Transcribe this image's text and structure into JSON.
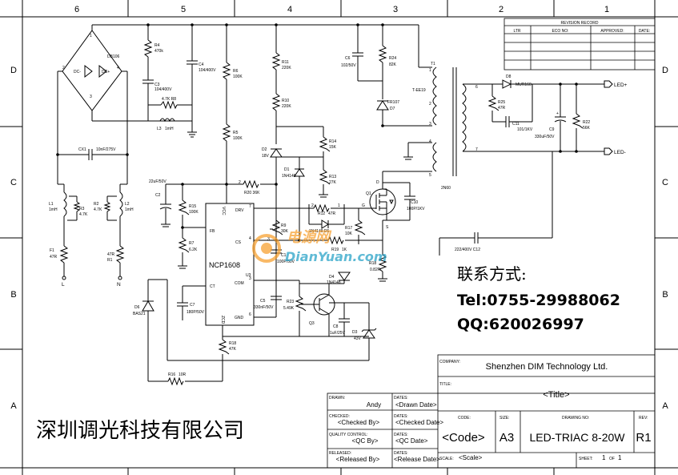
{
  "zones": {
    "columns": [
      "6",
      "5",
      "4",
      "3",
      "2",
      "1"
    ],
    "rows": [
      "D",
      "C",
      "B",
      "A"
    ]
  },
  "revision": {
    "title": "REVISION RECORD",
    "headers": [
      "LTR",
      "ECO NO:",
      "APPROVED:",
      "DATE:"
    ]
  },
  "components": {
    "DB106": "DB106",
    "R4": "R4",
    "R4v": "470k",
    "C3": "C3",
    "C3v": "104/400V",
    "C4": "C4",
    "C4v": "104/400V",
    "R8": "4.7K R8",
    "L3": "L3",
    "L3v": "1mH",
    "R6": "R6",
    "R6v": "100K",
    "R5": "R5",
    "R5v": "100K",
    "R11": "R11",
    "R11v": "220K",
    "R10": "R10",
    "R10v": "220K",
    "C6": "C6",
    "C6v": "102/50V",
    "R24": "R24",
    "R24v": "82K",
    "T1": "T1",
    "TEE19": "T-EE19",
    "FR107": "FR107",
    "D7": "D7",
    "D8": "D8",
    "D8v": "MUR160",
    "R25": "R25",
    "R25v": "47R",
    "C11": "C11",
    "C11v": "101/1KV",
    "C9": "C9",
    "C9v": "330uF/50V",
    "R22": "R22",
    "R22v": "56K",
    "LEDp": "LED+",
    "LEDn": "LED-",
    "CX1": "CX1",
    "CX1v": "10nF/275V",
    "L1": "L1",
    "L1v": "1mH",
    "R3": "R3",
    "R3v": "4.7K",
    "R2": "R2",
    "R2v": "4.7K",
    "L2": "L2",
    "L2v": "1mH",
    "F1": "F1",
    "F1v": "47R",
    "R1": "R1",
    "R1v": "47R",
    "L": "L",
    "N": "N",
    "D2": "D2",
    "D2v": "18V",
    "D1": "D1",
    "D1v": "1N4148",
    "R14": "R14",
    "R14v": "15K",
    "R13": "R13",
    "R13v": "27K",
    "C2v": "22uF/50V",
    "C2": "C2",
    "R15": "R15",
    "R15v": "100K",
    "R7": "R7",
    "R7v": "6.2K",
    "R20": "R20 36K",
    "NCP": "NCP1608",
    "U3": "U3",
    "FB": "FB",
    "CT": "CT",
    "ZCD": "ZCD",
    "DRV": "DRV",
    "CS": "CS",
    "COM": "COM",
    "VCC": "VCC",
    "GND": "GND",
    "R9": "R9",
    "R9v": "30K",
    "C1": "C1",
    "C1v": "100P/50V",
    "R12": "R12",
    "R12v": "47R",
    "D5": "1N4148 D5",
    "R17": "R17",
    "R17v": "10K",
    "R19": "R19",
    "R19v": "1K",
    "R18b": "R18",
    "R18bv": "0.82R",
    "Q1": "Q1",
    "G": "G",
    "S": "S",
    "Dpin": "D",
    "C10": "C10",
    "C10v": "100P/1KV",
    "MOS": "2N60",
    "C12": "222/400V C12",
    "C7": "C7",
    "C7v": "180P/50V",
    "C5": "C5",
    "C5v": "330nF/50V",
    "R23": "R23",
    "R23v": "5.49K",
    "D4": "D4",
    "D4v": "1N4148",
    "Q3": "Q3",
    "C8": "C8",
    "C8v": "1uF/25V",
    "D3": "D3",
    "D3v": "43V",
    "D6": "D6",
    "D6v": "BAS21",
    "R18": "R18",
    "R18v": "47K",
    "R16": "R16",
    "R16v": "10R"
  },
  "pins": {
    "n1": "1",
    "n2": "2",
    "n3": "3",
    "n4": "4",
    "n5": "5",
    "n6": "6",
    "n7": "7",
    "n8": "8",
    "plus": "+",
    "minus": "-",
    "dcp": "DC+",
    "dcm": "DC-"
  },
  "watermark": {
    "main": "电源网",
    "sub": "DianYuan.com"
  },
  "contact": {
    "heading": "联系方式:",
    "tel": "Tel:0755-29988062",
    "qq": "QQ:620026997"
  },
  "company_cn": "深圳调光科技有限公司",
  "title_block": {
    "company_label": "COMPANY:",
    "company": "Shenzhen DIM Technology Ltd.",
    "title_label": "TITLE:",
    "title": "<Title>",
    "drawn_label": "DRAWN:",
    "drawn": "Andy",
    "dates_label": "DATES:",
    "drawn_date": "<Drawn Date>",
    "checked_label": "CHECKED:",
    "checked": "<Checked By>",
    "checked_date": "<Checked Date>",
    "qc_label": "QUALITY CONTROL:",
    "qc": "<QC By>",
    "qc_date": "<QC Date>",
    "released_label": "RELEASED:",
    "released": "<Released By>",
    "released_date": "<Release Date>",
    "code_label": "CODE:",
    "code": "<Code>",
    "size_label": "SIZE:",
    "size": "A3",
    "drawing_label": "DRAWING NO:",
    "drawing": "LED-TRIAC 8-20W",
    "rev_label": "REV:",
    "rev": "R1",
    "scale_label": "SCALE:",
    "scale": "<Scale>",
    "sheet_label": "SHEET:",
    "sheet": "1",
    "of_label": "OF",
    "of": "1"
  }
}
